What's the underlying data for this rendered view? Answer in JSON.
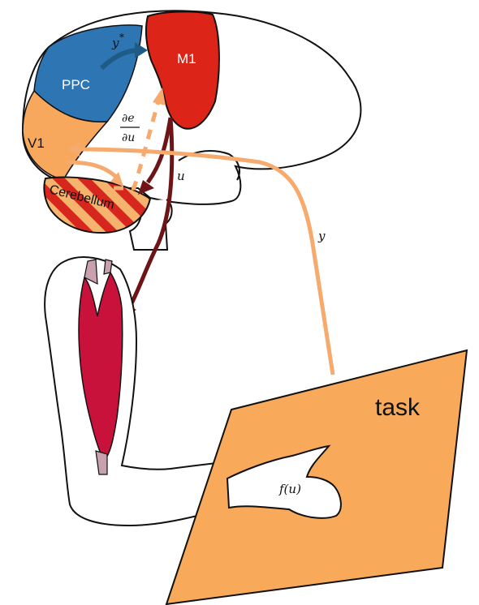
{
  "regions": {
    "ppc": "PPC",
    "m1": "M1",
    "v1": "V1",
    "cerebellum": "Cerebellum"
  },
  "signals": {
    "y_star_base": "y",
    "y_star_sup": "*",
    "grad_num": "∂e",
    "grad_den": "∂u",
    "u": "u",
    "y": "y",
    "f_u": "f(u)"
  },
  "task": "task",
  "colors": {
    "ppc": "#2e75b4",
    "m1": "#dc2418",
    "v1": "#f7a85c",
    "motor_arrow": "#6e1416",
    "feedback": "#f6aa6d",
    "muscle": "#c8123c",
    "tendon": "#c9a0ad",
    "task_panel": "#f8a95a"
  }
}
